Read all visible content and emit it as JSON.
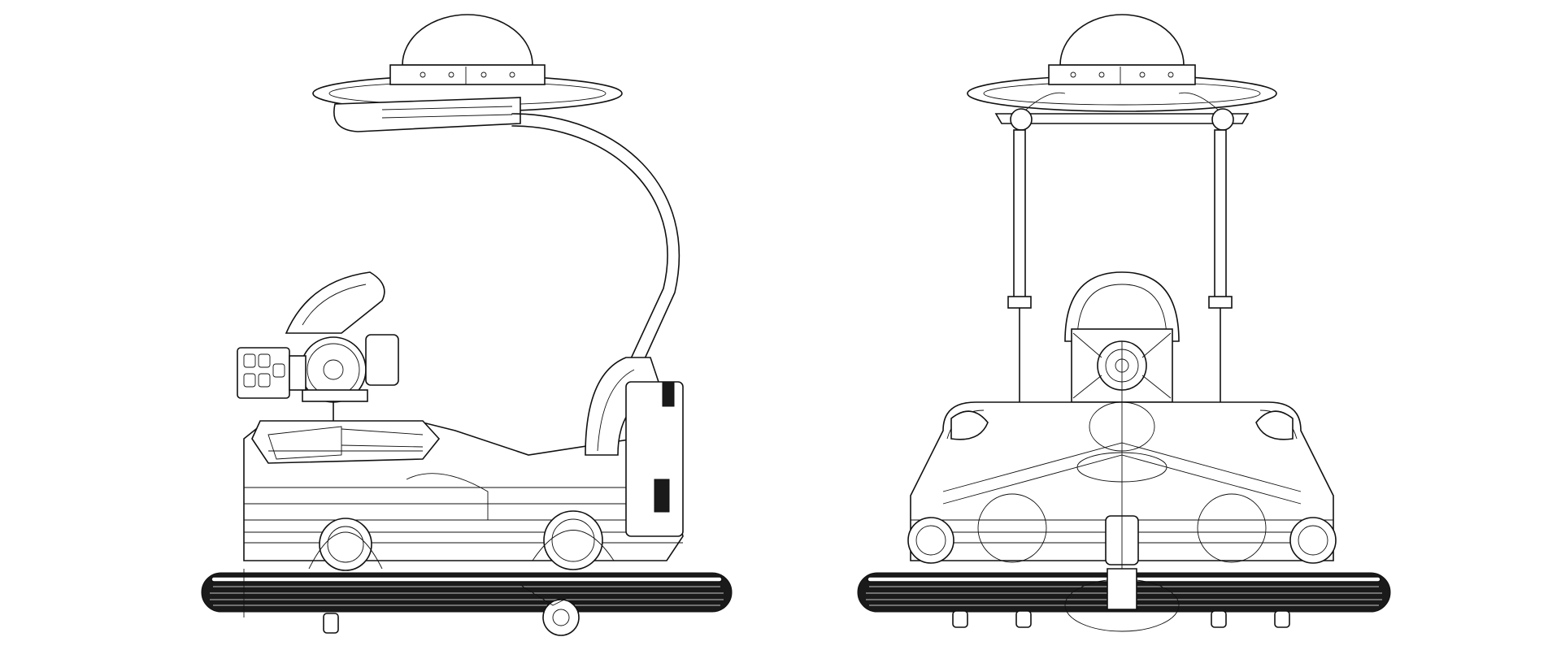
{
  "drawing": {
    "views": [
      {
        "id": "side",
        "view": "side-elevation"
      },
      {
        "id": "front",
        "view": "front-elevation"
      }
    ],
    "line_color": "#111111",
    "background": "#ffffff"
  }
}
